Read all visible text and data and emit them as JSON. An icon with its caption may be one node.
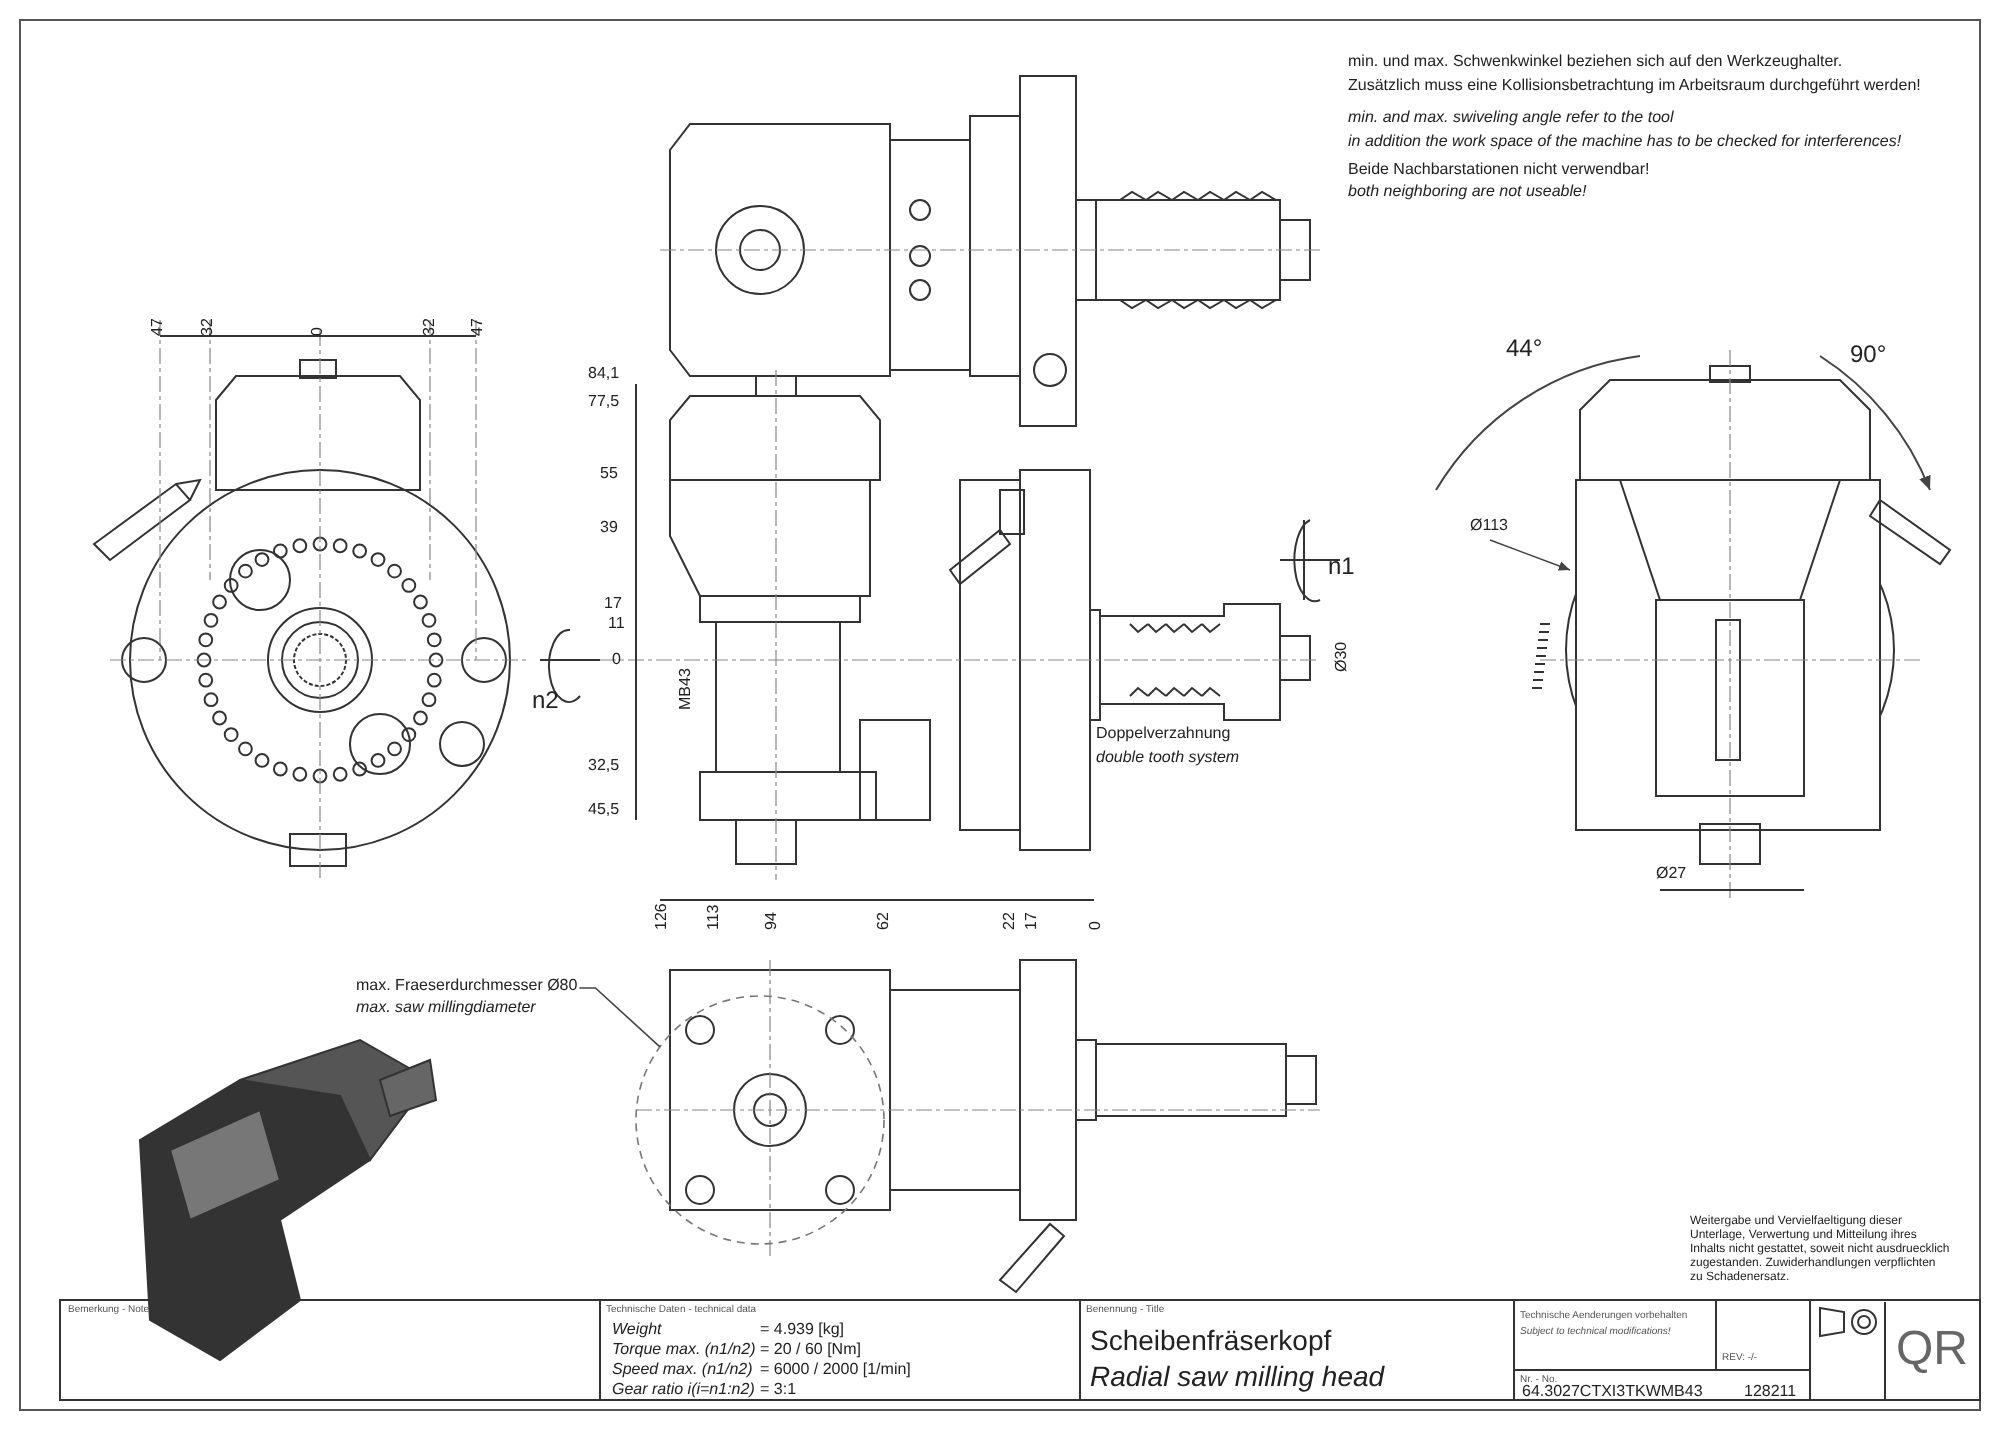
{
  "diagram": {
    "title": "Scheibenfräserkopf",
    "caption": "Radial saw milling head",
    "nodes": [
      {
        "text": [
          "max. Fraeserdurchmesser Ø80",
          "max. saw millingdiameter"
        ]
      },
      {
        "text": [],
        "shape": "circle"
      }
    ],
    "edges": [
      {
        "from": 0,
        "to": 1,
        "arrow": "none"
      }
    ],
    "labels": [
      "min. und max. Schwenkwinkel beziehen sich auf den Werkzeughalter.",
      "Zusätzlich muss eine Kollisionsbetrachtung im Arbeitsraum durchgeführt werden!",
      "min. and max. swiveling angle refer to the tool",
      "in addition the work space of the machine has to be checked for interferences!",
      "Beide Nachbarstationen nicht verwendbar!",
      "both neighboring are not useable!",
      "47",
      "32",
      "0",
      "32",
      "47",
      "44°",
      "90°",
      "84,1",
      "77,5",
      "55",
      "39",
      "n1",
      "Ø113",
      "17",
      "11",
      "0",
      "n2",
      "MB43",
      "Ø30",
      "Doppelverzahnung",
      "double tooth system",
      "32,5",
      "45,5",
      "Ø27",
      "126",
      "113",
      "94",
      "62",
      "22",
      "17",
      "0",
      "Weitergabe und Vervielfaeltigung dieser Unterlage, Verwertung und Mitteilung ihres Inhalts nicht gestattet, soweit nicht ausdruecklich zugestanden. Zuwiderhandlungen verpflichten zu Schadenersatz.",
      "Bemerkung - Note",
      "Technische Daten - technical data",
      "Weight",
      "= 4.939 [kg]",
      "Torque max. (n1/n2)",
      "= 20 / 60 [Nm]",
      "Speed max. (n1/n2)",
      "= 6000 / 2000 [1/min]",
      "Gear ratio i(i=n1:n2)",
      "= 3:1",
      "Benennung - Title",
      "Technische Aenderungen vorbehalten",
      "Subject to technical modifications!",
      "REV: -/-",
      "Nr. - No.",
      "64.3027CTXI3TKWMB43",
      "128211",
      "QR"
    ]
  }
}
